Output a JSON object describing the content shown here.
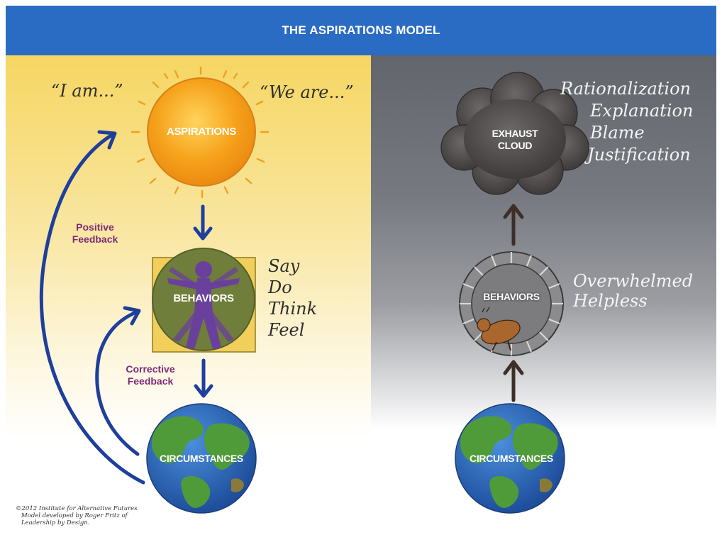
{
  "title": "THE ASPIRATIONS MODEL",
  "left": {
    "quote_i_am": "“I am...”",
    "quote_we_are": "“We are...”",
    "aspirations": "ASPIRATIONS",
    "behaviors": "BEHAVIORS",
    "circumstances": "CIRCUMSTANCES",
    "positive_feedback": [
      "Positive",
      "Feedback"
    ],
    "corrective_feedback": [
      "Corrective",
      "Feedback"
    ],
    "behaviors_notes": [
      "Say",
      "Do",
      "Think",
      "Feel"
    ]
  },
  "right": {
    "exhaust_cloud": [
      "EXHAUST",
      "CLOUD"
    ],
    "cloud_notes": [
      "Rationalization",
      "Explanation",
      "Blame",
      "Justification"
    ],
    "behaviors": "BEHAVIORS",
    "behaviors_notes": [
      "Overwhelmed",
      "Helpless"
    ],
    "circumstances": "CIRCUMSTANCES"
  },
  "credit": [
    "©2012 Institute for Alternative Futures",
    "Model developed by Roger Fritz of",
    "Leadership by Design."
  ],
  "colors": {
    "header_blue": "#2a6bc4",
    "arrow_blue": "#1f3f9c",
    "sun_orange": "#f6a31c",
    "feedback_purple": "#7b2c79",
    "behaviors_green": "#6f7e3a",
    "figure_purple": "#6a3aa8",
    "ocean_blue": "#2b63b8",
    "land_green": "#4f9b3a"
  }
}
